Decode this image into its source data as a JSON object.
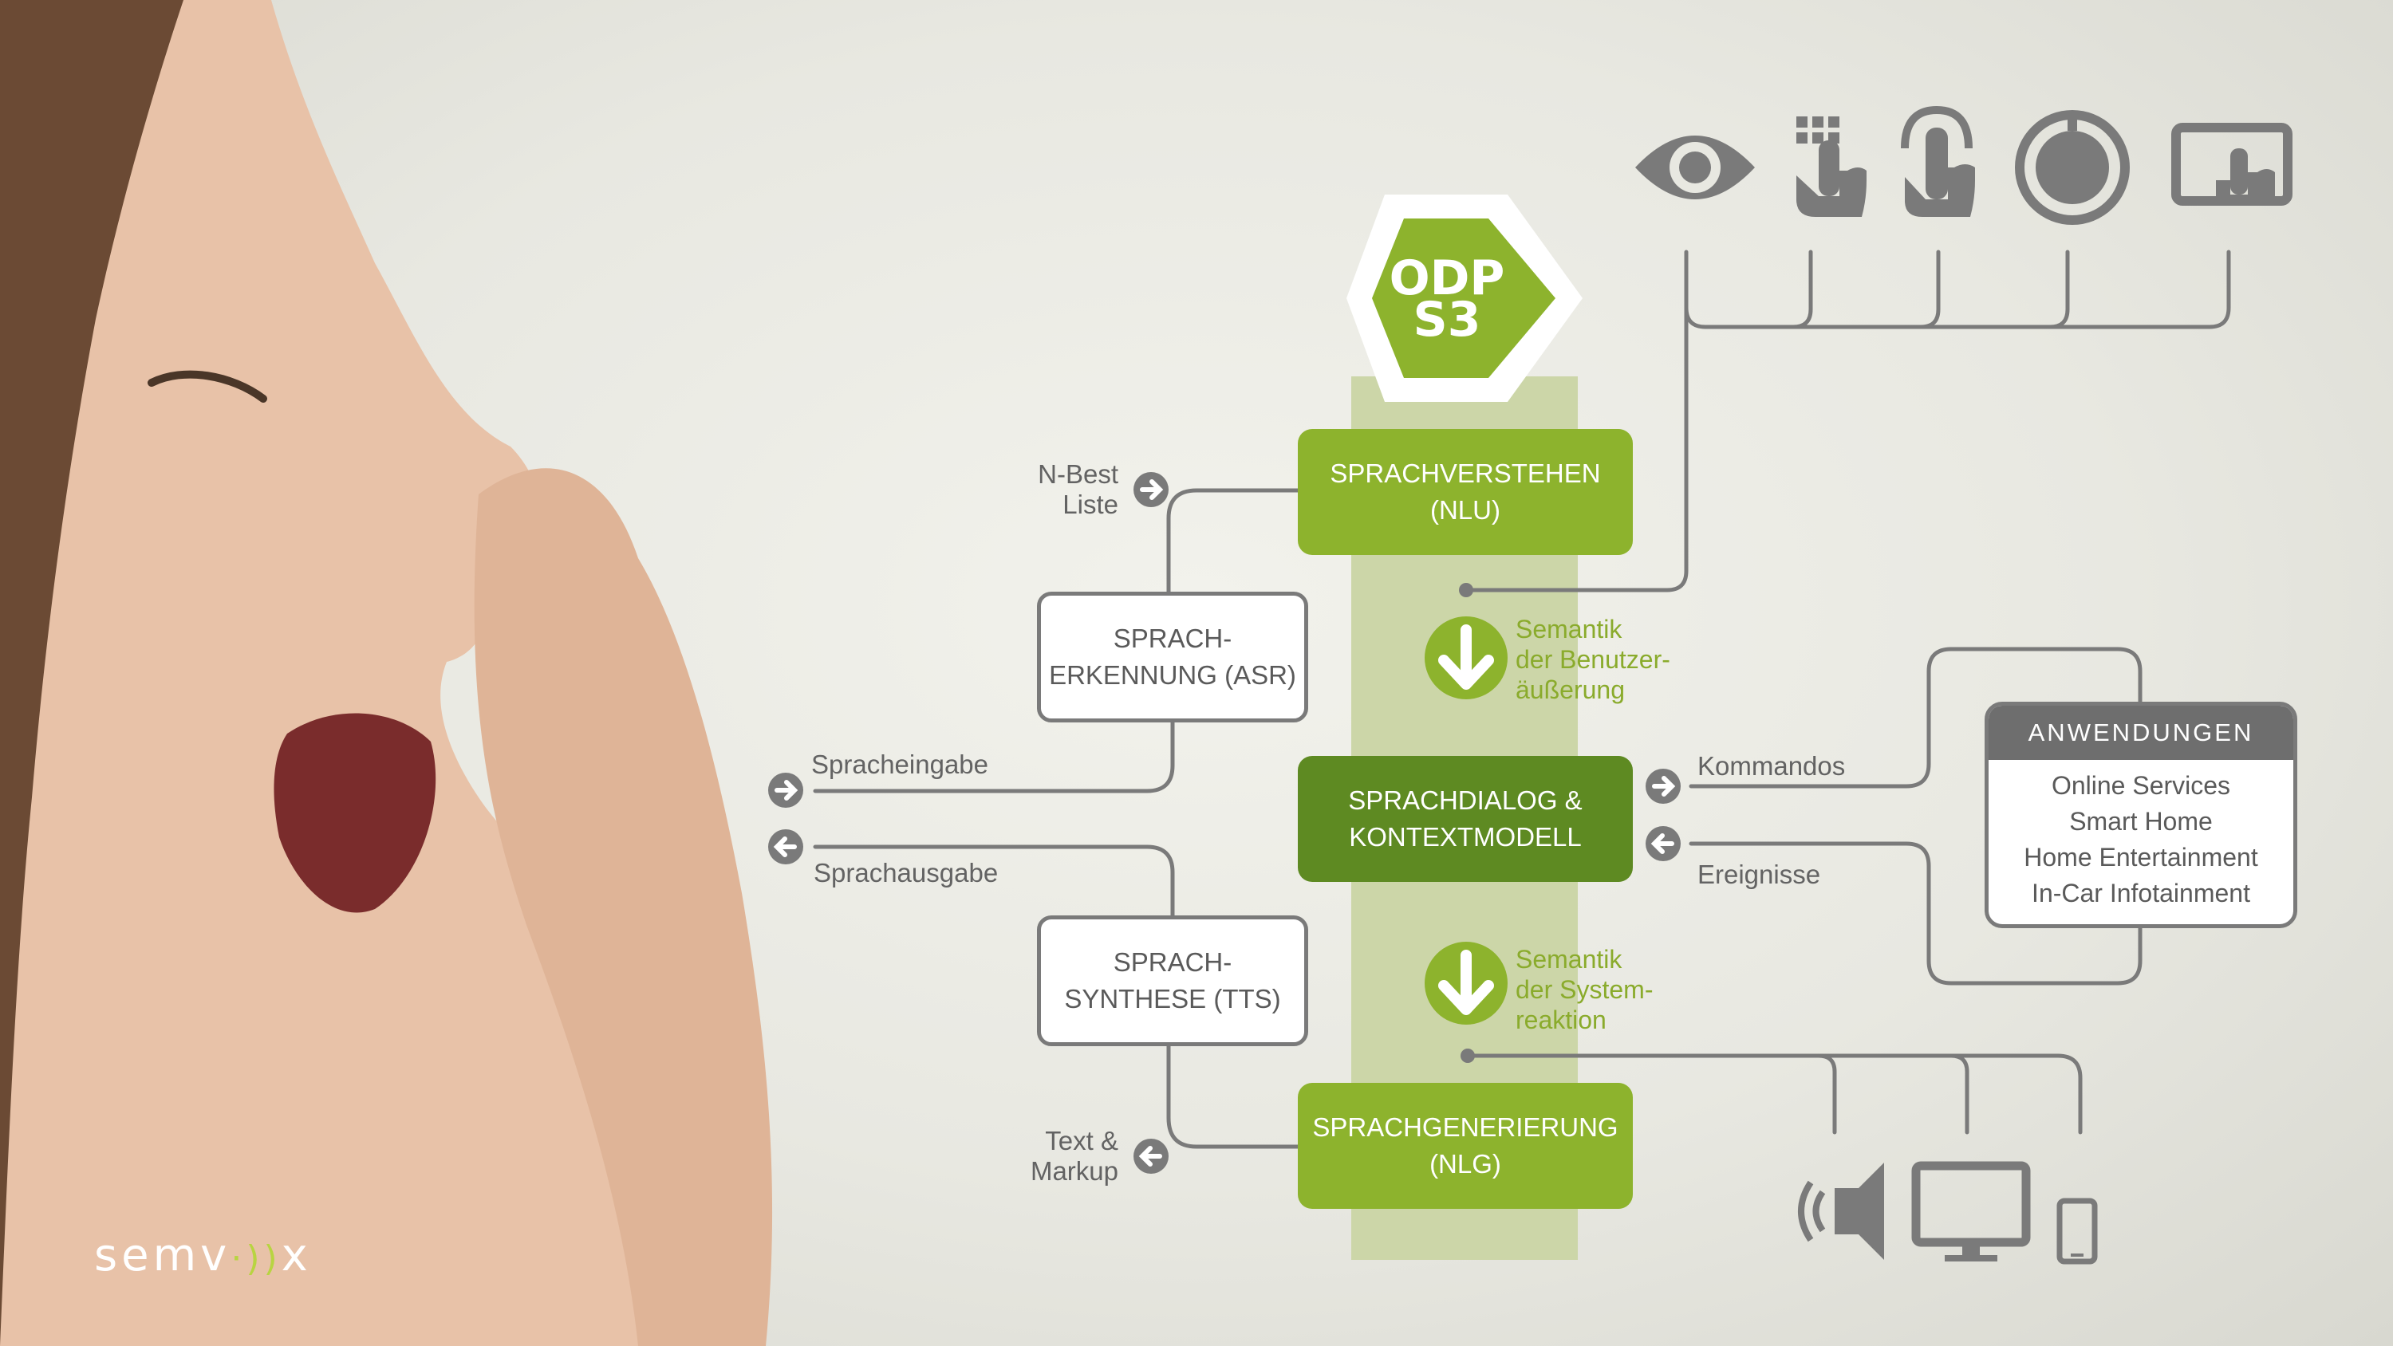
{
  "badge": {
    "line1": "ODP",
    "line2": "S3"
  },
  "boxes": {
    "nlu": "SPRACHVERSTEHEN\n(NLU)",
    "asr": "SPRACH-\nERKENNUNG (ASR)",
    "dialog": "SPRACHDIALOG &\nKONTEXTMODELL",
    "tts": "SPRACH-\nSYNTHESE (TTS)",
    "nlg": "SPRACHGENERIERUNG\n(NLG)"
  },
  "labels": {
    "nbest": "N-Best\nListe",
    "spracheingabe": "Spracheingabe",
    "sprachausgabe": "Sprachausgabe",
    "textmarkup": "Text &\nMarkup",
    "kommandos": "Kommandos",
    "ereignisse": "Ereignisse",
    "semantik_user": "Semantik\nder Benutzer-\näußerung",
    "semantik_system": "Semantik\nder System-\nreaktion"
  },
  "applications": {
    "title": "ANWENDUNGEN",
    "items": [
      "Online Services",
      "Smart Home",
      "Home Entertainment",
      "In-Car Infotainment"
    ]
  },
  "input_icons": [
    "eye-icon",
    "keypad-touch-icon",
    "finger-tap-icon",
    "knob-icon",
    "touchscreen-icon"
  ],
  "output_icons": [
    "speaker-icon",
    "monitor-icon",
    "smartphone-icon"
  ],
  "logo": {
    "text_before": "semv",
    "wave": "·))",
    "text_after": "x"
  },
  "colors": {
    "green": "#8db32d",
    "dark_green": "#5e8a22",
    "gray": "#7a7a7a",
    "pale_green": "#ccd6a8"
  }
}
